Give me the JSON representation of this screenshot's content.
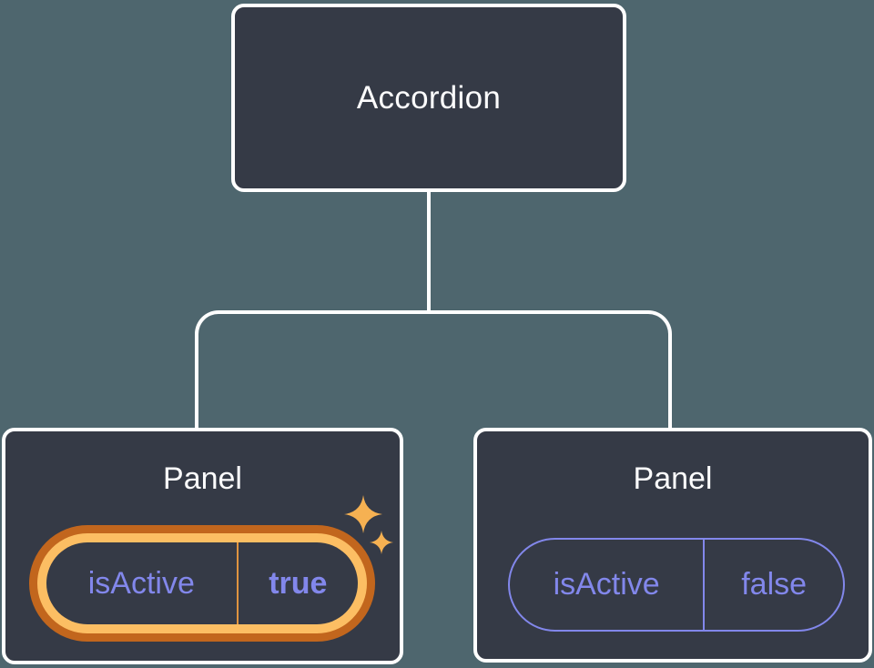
{
  "diagram": {
    "type": "component-tree",
    "root": {
      "label": "Accordion"
    },
    "children": [
      {
        "label": "Panel",
        "state": {
          "name": "isActive",
          "value": "true"
        },
        "highlighted": true
      },
      {
        "label": "Panel",
        "state": {
          "name": "isActive",
          "value": "false"
        },
        "highlighted": false
      }
    ]
  },
  "icons": {
    "sparkles": "✦"
  },
  "colors": {
    "bg": "#4e666e",
    "node_fill": "#353a46",
    "line": "#ffffff",
    "text_light": "#fcfcfd",
    "purple": "#8287eb",
    "ring_gold": "#fcbe63",
    "ring_rust": "#c2661d",
    "divider_gold": "#df9440",
    "sparkle": "#f6b152"
  }
}
